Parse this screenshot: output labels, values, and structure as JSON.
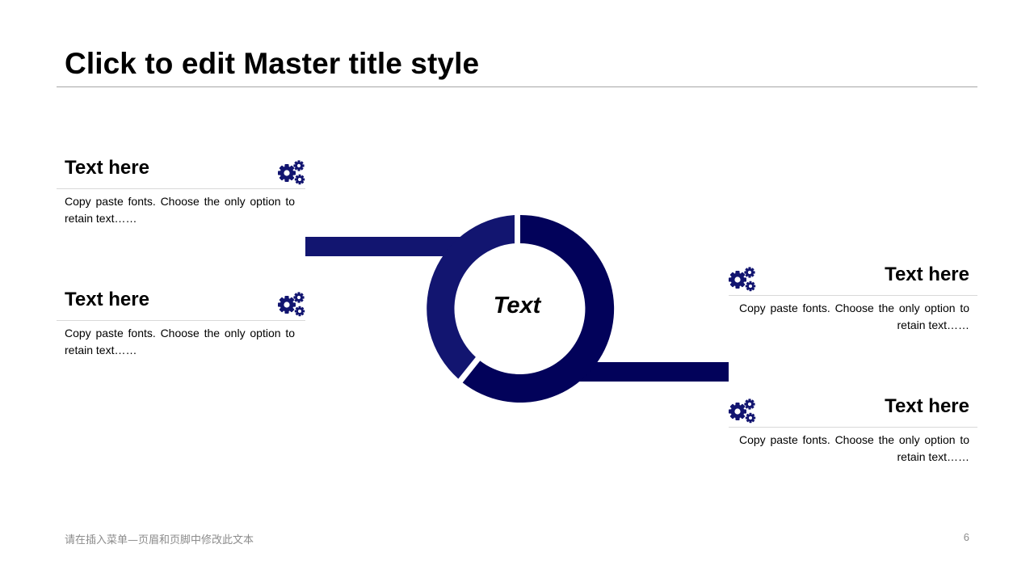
{
  "slide": {
    "title": "Click to edit Master title style",
    "center_label": "Text",
    "footer": "请在插入菜单—页眉和页脚中修改此文本",
    "page_number": "6"
  },
  "colors": {
    "accent_dark": "#02025a",
    "accent": "#121570"
  },
  "blocks": [
    {
      "heading": "Text here",
      "body": "Copy paste fonts. Choose the only option to retain text……",
      "icon": "gears-icon"
    },
    {
      "heading": "Text here",
      "body": "Copy paste fonts. Choose the only option to retain text……",
      "icon": "gears-icon"
    },
    {
      "heading": "Text here",
      "body": "Copy paste fonts. Choose the only option to retain text……",
      "icon": "gears-icon"
    },
    {
      "heading": "Text here",
      "body": "Copy paste fonts. Choose the only option to retain text……",
      "icon": "gears-icon"
    }
  ]
}
